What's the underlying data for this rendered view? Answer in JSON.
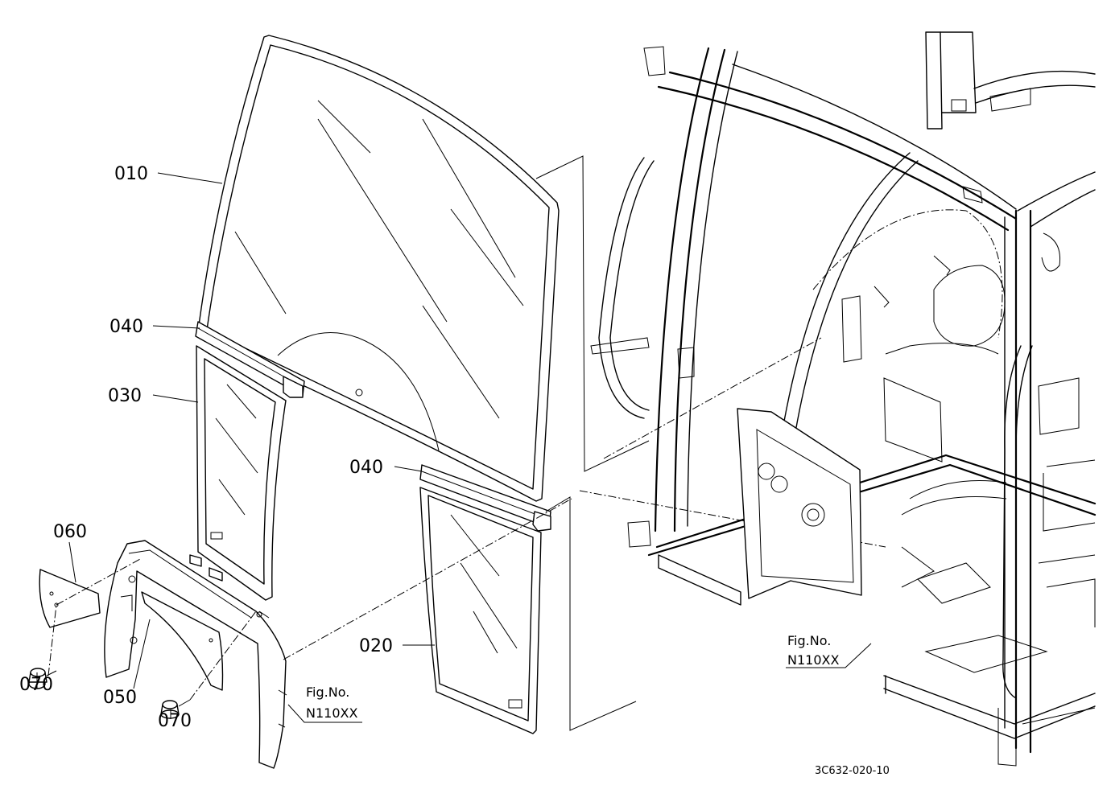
{
  "labels": {
    "p010": "010",
    "p020": "020",
    "p030": "030",
    "p040a": "040",
    "p040b": "040",
    "p050": "050",
    "p060": "060",
    "p070a": "070",
    "p070b": "070"
  },
  "refs": {
    "left": {
      "title": "Fig.No.",
      "code": "N110XX"
    },
    "right": {
      "title": "Fig.No.",
      "code": "N110XX"
    }
  },
  "doc_code": "3C632-020-10"
}
